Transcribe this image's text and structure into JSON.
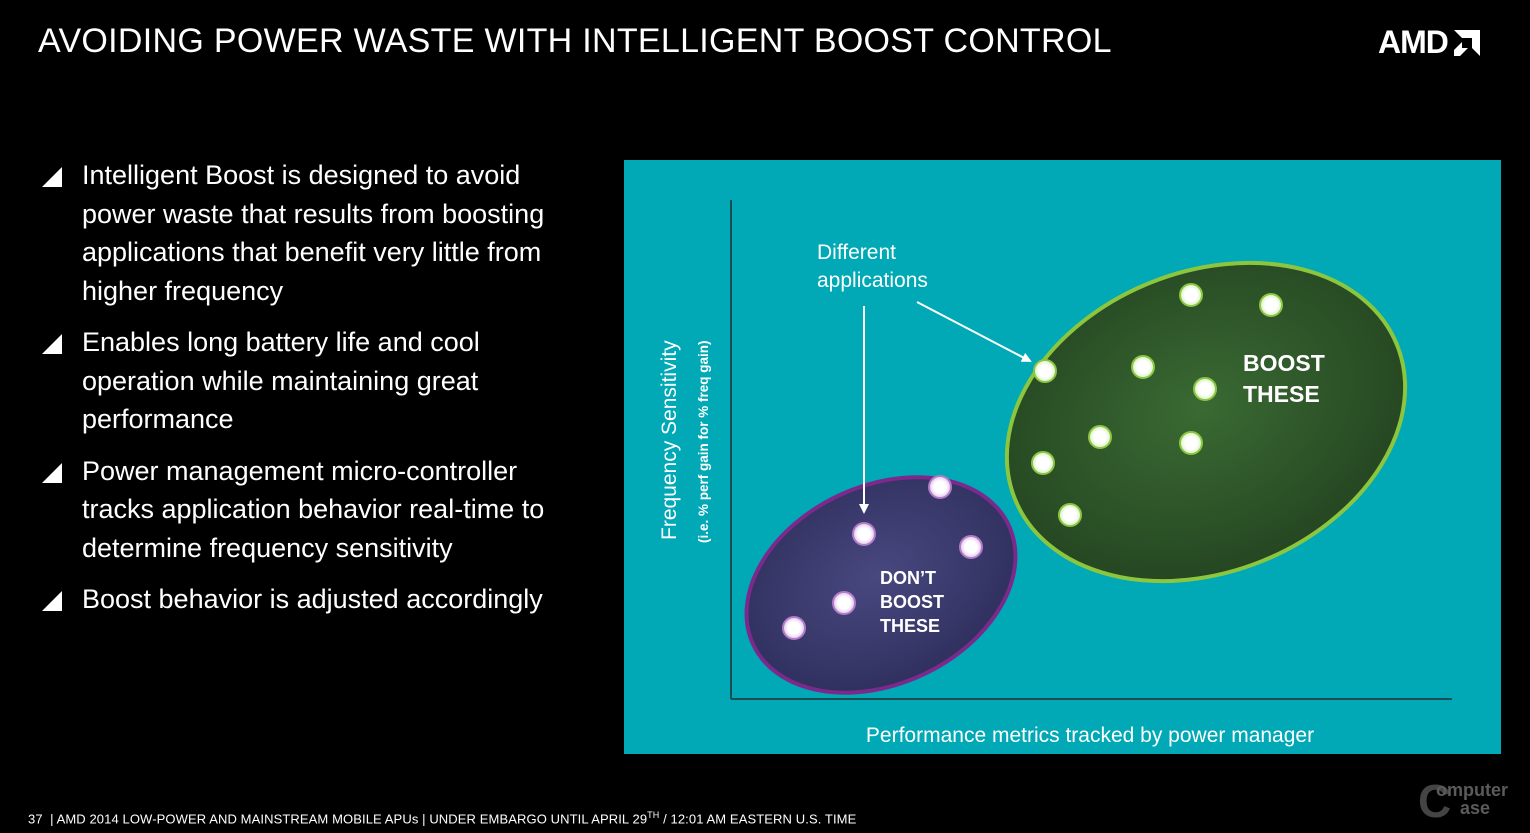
{
  "slide": {
    "title": "AVOIDING POWER WASTE WITH INTELLIGENT BOOST CONTROL",
    "logo_text": "AMD",
    "bullets": [
      "Intelligent Boost is designed to avoid power waste that results from boosting applications that benefit very little from higher frequency",
      "Enables long battery life and cool operation while maintaining great performance",
      "Power management micro-controller tracks application behavior real-time to determine frequency sensitivity",
      "Boost behavior is adjusted accordingly"
    ],
    "footer": {
      "page_number": "37",
      "text_before_sup": "|  AMD 2014 LOW-POWER AND MAINSTREAM MOBILE APUs | UNDER EMBARGO UNTIL APRIL 29",
      "sup": "TH",
      "text_after_sup": " / 12:01 AM EASTERN U.S. TIME"
    },
    "watermark": {
      "letter": "C",
      "line1": "omputer",
      "line2": "ase"
    }
  },
  "diagram": {
    "y_axis_label": "Frequency Sensitivity",
    "y_axis_sublabel": "(i.e. % perf gain for % freq gain)",
    "x_axis_label": "Performance metrics tracked by power manager",
    "callout_line1": "Different",
    "callout_line2": "applications",
    "boost_label_line1": "BOOST",
    "boost_label_line2": "THESE",
    "dont_label_line1": "DON’T",
    "dont_label_line2": "BOOST",
    "dont_label_line3": "THESE"
  },
  "colors": {
    "background": "#000000",
    "panel": "#00a9b5",
    "boost_fill": "#2c5328",
    "boost_border": "#8cc63f",
    "dont_fill": "#3a3a6e",
    "dont_border": "#7b2a8c",
    "text": "#ffffff"
  },
  "icons": {
    "bullet": "triangle-bullet-icon",
    "logo": "amd-arrow-icon"
  }
}
